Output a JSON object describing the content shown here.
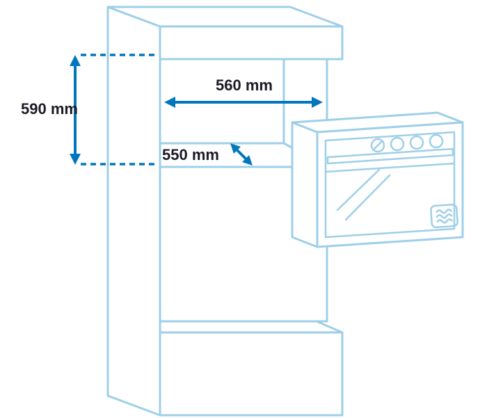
{
  "diagram": {
    "labels": {
      "niche_height": "590 mm",
      "niche_width": "560 mm",
      "niche_depth": "550 mm"
    },
    "icons": {
      "steam_icon": "three-wavy-lines"
    },
    "colors": {
      "outline": "#9ecfe8",
      "accent": "#0077bd",
      "text": "#1b1b26",
      "background": "#ffffff"
    }
  }
}
